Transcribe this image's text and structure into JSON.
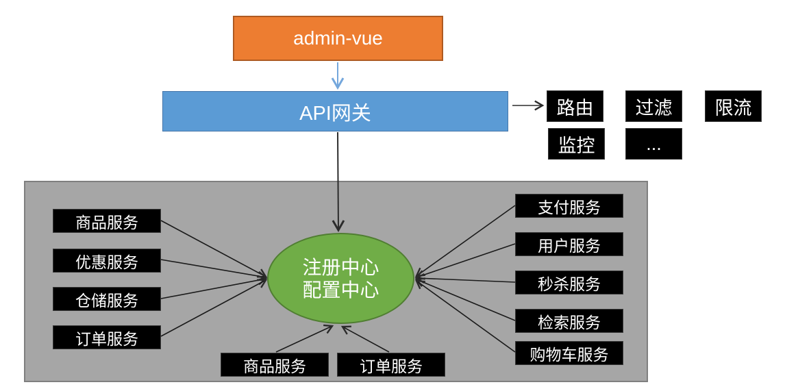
{
  "diagram": {
    "frontend": {
      "label": "admin-vue"
    },
    "gateway": {
      "label": "API网关"
    },
    "gateway_features_row1": [
      "路由",
      "过滤",
      "限流"
    ],
    "gateway_features_row2": [
      "监控",
      "..."
    ],
    "registry": {
      "line1": "注册中心",
      "line2": "配置中心"
    },
    "left_services": [
      "商品服务",
      "优惠服务",
      "仓储服务",
      "订单服务"
    ],
    "right_services": [
      "支付服务",
      "用户服务",
      "秒杀服务",
      "检索服务",
      "购物车服务"
    ],
    "bottom_services": [
      "商品服务",
      "订单服务"
    ],
    "colors": {
      "frontend_fill": "#ED7D31",
      "frontend_border": "#AE5A21",
      "gateway_fill": "#5B9BD5",
      "gateway_border": "#4576A9",
      "registry_fill": "#70AD47",
      "registry_border": "#507E32",
      "cluster_fill": "#A6A6A6",
      "cluster_border": "#7F7F7F",
      "service_fill": "#000000",
      "service_text": "#FFFFFF",
      "arrow_light": "#74A7DC",
      "arrow_dark": "#2b2b2b"
    }
  }
}
